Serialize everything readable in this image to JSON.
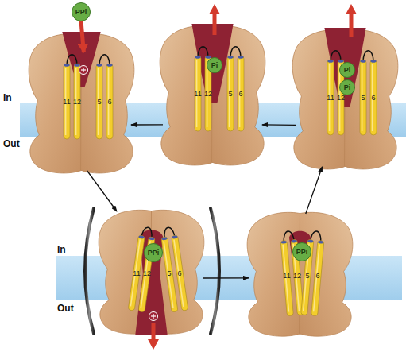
{
  "diagram": {
    "nodes": [
      {
        "text": [
          "PPi"
        ]
      },
      {
        "text": [
          "11",
          "12",
          "5",
          "6"
        ]
      },
      {
        "text": [
          "11",
          "12",
          "5",
          "6"
        ]
      },
      {
        "text": [
          "Pi"
        ],
        "in": 2
      },
      {
        "text": [
          "11",
          "12",
          "5",
          "6"
        ]
      },
      {
        "text": [
          "Pi"
        ],
        "in": 4
      },
      {
        "text": [
          "Pi"
        ],
        "in": 4
      },
      {
        "text": [
          "11",
          "12",
          "5",
          "6"
        ]
      },
      {
        "text": [
          "PPi"
        ],
        "in": 7
      },
      {
        "text": [
          "11",
          "12",
          "5",
          "6"
        ]
      },
      {
        "text": [
          "PPi"
        ],
        "in": 9
      }
    ],
    "edges": [
      {
        "from": 0,
        "to": 1,
        "arrow": "to"
      },
      {
        "from": 4,
        "to": 2,
        "arrow": "to"
      },
      {
        "from": 2,
        "to": 1,
        "arrow": "to"
      },
      {
        "from": 1,
        "to": 7,
        "arrow": "to"
      },
      {
        "from": 7,
        "to": 9,
        "arrow": "to"
      },
      {
        "from": 9,
        "to": 4,
        "arrow": "to"
      }
    ],
    "labels": [
      "In",
      "Out",
      "In",
      "Out"
    ]
  }
}
